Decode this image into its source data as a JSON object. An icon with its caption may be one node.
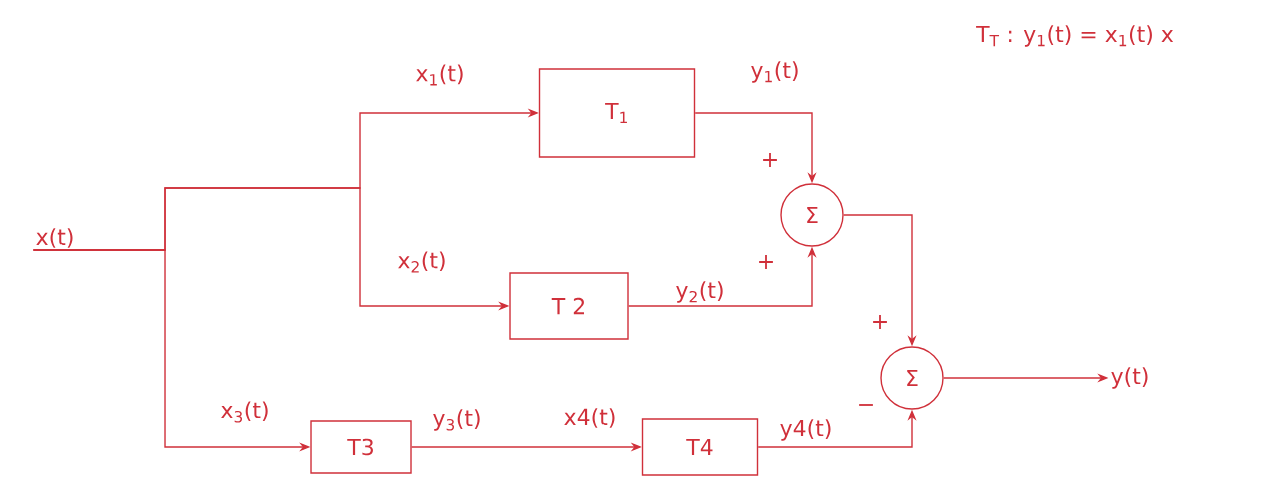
{
  "diagram": {
    "nodes": [
      {
        "text": [
          "T$_{1}$"
        ]
      },
      {
        "text": [
          "T 2"
        ]
      },
      {
        "text": [
          "T3"
        ]
      },
      {
        "text": [
          "T4"
        ]
      },
      {
        "text": [
          "Σ"
        ],
        "beside": [
          "+",
          "+"
        ]
      },
      {
        "text": [
          "Σ"
        ],
        "beside": [
          "+",
          "−"
        ]
      },
      {
        "text": [
          "x(t)"
        ]
      },
      {
        "text": [
          "y(t)"
        ]
      }
    ],
    "edges": [
      {
        "from": 6,
        "to": 0,
        "arrow": "to",
        "label": "x$_{1}$(t)"
      },
      {
        "from": 6,
        "to": 1,
        "arrow": "to",
        "label": "x$_{2}$(t)"
      },
      {
        "from": 6,
        "to": 2,
        "arrow": "to",
        "label": "x$_{3}$(t)"
      },
      {
        "from": 2,
        "to": 3,
        "arrow": "to",
        "label": "y$_{3}$(t)"
      },
      {
        "from": 0,
        "to": 4,
        "arrow": "to",
        "label": "y$_{1}$(t)"
      },
      {
        "from": 1,
        "to": 4,
        "arrow": "to",
        "label": "y$_{2}$(t)"
      },
      {
        "from": 4,
        "to": 5,
        "arrow": "to"
      },
      {
        "from": 3,
        "to": 5,
        "arrow": "to",
        "label": "y4(t)"
      },
      {
        "from": 5,
        "to": 7,
        "arrow": "to"
      }
    ],
    "labels": [
      "T$_{T}$ : y$_{1}$(t) = x$_{1}$(t) x",
      "x4(t)"
    ]
  }
}
